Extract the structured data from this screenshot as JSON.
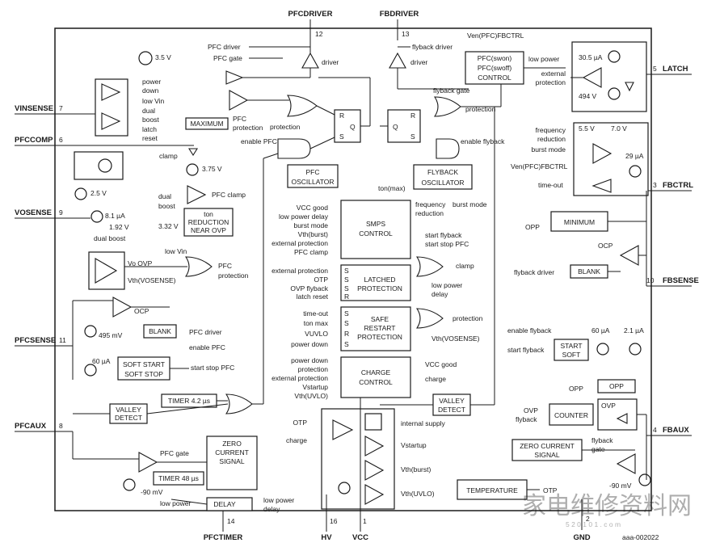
{
  "pins": {
    "pfcdriver": "PFCDRIVER",
    "fbdriver": "FBDRIVER",
    "vinsense": "VINSENSE",
    "pfccomp": "PFCCOMP",
    "vosense": "VOSENSE",
    "pfcsense": "PFCSENSE",
    "pfcaux": "PFCAUX",
    "pfctimer": "PFCTIMER",
    "hv": "HV",
    "vcc": "VCC",
    "gnd": "GND",
    "latch": "LATCH",
    "fbctrl": "FBCTRL",
    "fbsense": "FBSENSE",
    "fbaux": "FBAUX"
  },
  "pin_numbers": {
    "pfcdriver": "12",
    "fbdriver": "13",
    "vinsense": "7",
    "pfccomp": "6",
    "vosense": "9",
    "pfcsense": "11",
    "pfcaux": "8",
    "pfctimer": "14",
    "hv": "16",
    "vcc": "1",
    "gnd": "2",
    "latch": "5",
    "fbctrl": "3",
    "fbsense": "10",
    "fbaux": "4"
  },
  "blocks": {
    "maximum": "MAXIMUM",
    "pfc_osc_1": "PFC",
    "pfc_osc_2": "OSCILLATOR",
    "flyback_osc_1": "FLYBACK",
    "flyback_osc_2": "OSCILLATOR",
    "pfc_control_1": "PFC(swon)",
    "pfc_control_2": "PFC(swoff)",
    "pfc_control_3": "CONTROL",
    "minimum": "MINIMUM",
    "smps_1": "SMPS",
    "smps_2": "CONTROL",
    "latched_1": "LATCHED",
    "latched_2": "PROTECTION",
    "safe_1": "SAFE",
    "safe_2": "RESTART",
    "safe_3": "PROTECTION",
    "charge_1": "CHARGE",
    "charge_2": "CONTROL",
    "blank_left": "BLANK",
    "blank_right": "BLANK",
    "soft_start_1": "SOFT START",
    "soft_start_2": "SOFT STOP",
    "start_soft_1": "START",
    "start_soft_2": "SOFT",
    "timer_42": "TIMER 4.2 µs",
    "timer_48": "TIMER 48 µs",
    "valley_left_1": "VALLEY",
    "valley_left_2": "DETECT",
    "valley_mid_1": "VALLEY",
    "valley_mid_2": "DETECT",
    "zcs_left_1": "ZERO",
    "zcs_left_2": "CURRENT",
    "zcs_left_3": "SIGNAL",
    "zcs_right_1": "ZERO CURRENT",
    "zcs_right_2": "SIGNAL",
    "opp": "OPP",
    "counter": "COUNTER",
    "ovp": "OVP",
    "temperature": "TEMPERATURE",
    "delay": "DELAY",
    "ton_red_1": "ton",
    "ton_red_2": "REDUCTION",
    "ton_red_3": "NEAR OVP",
    "rs_r": "R",
    "rs_q": "Q",
    "rs_s": "S"
  },
  "labels": {
    "v35": "3.5 V",
    "power_down": "power",
    "power_down_2": "down",
    "low_vin": "low Vin",
    "dual": "dual",
    "boost": "boost",
    "latch_reset_1": "latch",
    "latch_reset_2": "reset",
    "pfc_driver": "PFC driver",
    "pfc_gate": "PFC gate",
    "driver_pfc": "driver",
    "pfc_protection_1": "PFC",
    "pfc_protection_2": "protection",
    "protection": "protection",
    "enable_pfc": "enable PFC",
    "clamp": "clamp",
    "v375": "3.75 V",
    "v25": "2.5 V",
    "pfc_clamp": "PFC clamp",
    "dual_boost_1": "dual",
    "dual_boost_2": "boost",
    "i81": "8.1 µA",
    "v192": "1.92 V",
    "v332": "3.32 V",
    "dual_boost": "dual boost",
    "vo_ovp": "Vo OVP",
    "vth_vosense": "Vth(VOSENSE)",
    "low_vin_2": "low Vin",
    "pfc_prot_b1": "PFC",
    "pfc_prot_b2": "protection",
    "ocp_left": "OCP",
    "mv495": "495 mV",
    "pfc_driver_2": "PFC driver",
    "i60_left": "60 µA",
    "enable_pfc_2": "enable PFC",
    "start_stop_pfc": "start stop PFC",
    "pfc_gate_2": "PFC gate",
    "mv90_left": "-90 mV",
    "low_power": "low power",
    "low_power_delay_1": "low power",
    "low_power_delay_2": "delay",
    "flyback_driver": "flyback driver",
    "driver_fb": "driver",
    "ven_top": "Ven(PFC)FBCTRL",
    "low_power_right": "low power",
    "flyback_gate": "flyback gate",
    "protection_fb": "protection",
    "enable_flyback": "enable flyback",
    "ton_max": "ton(max)",
    "freq_red_1": "frequency",
    "freq_red_2": "reduction",
    "burst_mode_1": "burst mode",
    "burst_mode_2": "reduction",
    "i305": "30.5 µA",
    "ext_prot_1": "external",
    "ext_prot_2": "protection",
    "v494": "494 V",
    "freq_red_r1": "frequency",
    "freq_red_r2": "reduction",
    "v55": "5.5 V",
    "v70": "7.0 V",
    "burst_mode_r": "burst mode",
    "i29": "29 µA",
    "ven_right": "Ven(PFC)FBCTRL",
    "time_out": "time-out",
    "opp_left": "OPP",
    "ocp_right": "OCP",
    "flyback_driver_2": "flyback driver",
    "enable_flyback_2": "enable flyback",
    "i60_right": "60 µA",
    "i21": "2.1 µA",
    "start_flyback": "start flyback",
    "opp_2": "OPP",
    "ovp_flyback_1": "OVP",
    "ovp_flyback_2": "flyback",
    "flyback_gate_2": "flyback",
    "flyback_gate_3": "gate",
    "mv90_right": "-90 mV",
    "otp": "OTP",
    "smps_in_1": "VCC good",
    "smps_in_2": "low power delay",
    "smps_in_3": "burst mode",
    "smps_in_4": "Vth(burst)",
    "smps_in_5": "external protection",
    "smps_in_6": "PFC clamp",
    "start_flyback_out": "start flyback",
    "start_stop_pfc_out": "start stop PFC",
    "lp_in_1": "external protection",
    "lp_in_2": "OTP",
    "lp_in_3": "OVP flyback",
    "lp_in_4": "latch reset",
    "clamp_out": "clamp",
    "low_power_delay_out_1": "low power",
    "low_power_delay_out_2": "delay",
    "sr_in_1": "time-out",
    "sr_in_2": "ton max",
    "sr_in_3": "VUVLO",
    "sr_in_4": "power down",
    "protection_out": "protection",
    "vth_vosense_2": "Vth(VOSENSE)",
    "cc_in_1": "power down",
    "cc_in_2": "protection",
    "cc_in_3": "external protection",
    "cc_in_4": "Vstartup",
    "cc_in_5": "Vth(UVLO)",
    "vcc_good_out": "VCC good",
    "charge_out": "charge",
    "otp_in": "OTP",
    "charge_in": "charge",
    "internal_supply": "internal supply",
    "vstartup": "Vstartup",
    "vth_burst": "Vth(burst)",
    "vth_uvlo": "Vth(UVLO)",
    "part_code": "aaa-002022"
  },
  "watermark": {
    "cn": "家电维修资料网",
    "url": "5 2 0 1 0 1 . c o m"
  }
}
